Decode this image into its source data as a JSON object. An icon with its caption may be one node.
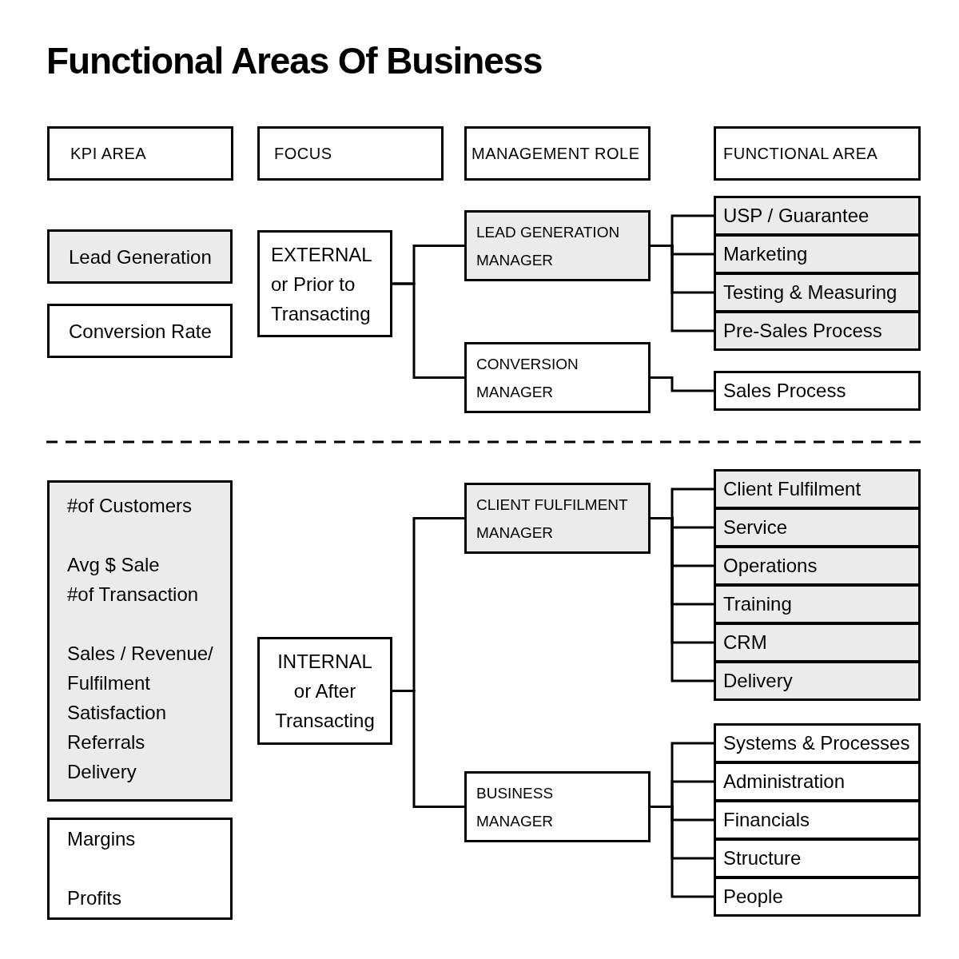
{
  "diagram": {
    "title": "Functional Areas Of Business",
    "nodes": [
      {
        "text": [
          "KPI AREA"
        ]
      },
      {
        "text": [
          "FOCUS"
        ]
      },
      {
        "text": [
          "MANAGEMENT ROLE"
        ]
      },
      {
        "text": [
          "FUNCTIONAL AREA"
        ]
      },
      {
        "text": [
          "Lead Generation"
        ]
      },
      {
        "text": [
          "Conversion Rate"
        ]
      },
      {
        "text": [
          "EXTERNAL or Prior to Transacting"
        ]
      },
      {
        "text": [
          "LEAD GENERATION MANAGER"
        ]
      },
      {
        "text": [
          "USP / Guarantee"
        ]
      },
      {
        "text": [
          "Marketing"
        ]
      },
      {
        "text": [
          "Testing & Measuring"
        ]
      },
      {
        "text": [
          "Pre-Sales Process"
        ]
      },
      {
        "text": [
          "CONVERSION MANAGER"
        ]
      },
      {
        "text": [
          "Sales Process"
        ]
      },
      {
        "text": [
          "#of Customers",
          "Avg $ Sale",
          "#of Transaction",
          "Sales / Revenue/ Fulfilment",
          "Satisfaction",
          "Referrals",
          "Delivery"
        ]
      },
      {
        "text": [
          "Margins",
          "Profits"
        ]
      },
      {
        "text": [
          "INTERNAL or After Transacting"
        ]
      },
      {
        "text": [
          "CLIENT FULFILMENT MANAGER"
        ]
      },
      {
        "text": [
          "Client Fulfilment"
        ]
      },
      {
        "text": [
          "Service"
        ]
      },
      {
        "text": [
          "Operations"
        ]
      },
      {
        "text": [
          "Training"
        ]
      },
      {
        "text": [
          "CRM"
        ]
      },
      {
        "text": [
          "Delivery"
        ]
      },
      {
        "text": [
          "BUSINESS MANAGER"
        ]
      },
      {
        "text": [
          "Systems & Processes"
        ]
      },
      {
        "text": [
          "Administration"
        ]
      },
      {
        "text": [
          "Financials"
        ]
      },
      {
        "text": [
          "Structure"
        ]
      },
      {
        "text": [
          "People"
        ]
      }
    ],
    "edges": [
      {
        "from": 6,
        "to": 7,
        "arrow": "none"
      },
      {
        "from": 6,
        "to": 12,
        "arrow": "none"
      },
      {
        "from": 7,
        "to": 8,
        "arrow": "none"
      },
      {
        "from": 7,
        "to": 9,
        "arrow": "none"
      },
      {
        "from": 7,
        "to": 10,
        "arrow": "none"
      },
      {
        "from": 7,
        "to": 11,
        "arrow": "none"
      },
      {
        "from": 12,
        "to": 13,
        "arrow": "none"
      },
      {
        "from": 16,
        "to": 17,
        "arrow": "none"
      },
      {
        "from": 16,
        "to": 24,
        "arrow": "none"
      },
      {
        "from": 17,
        "to": 18,
        "arrow": "none"
      },
      {
        "from": 17,
        "to": 19,
        "arrow": "none"
      },
      {
        "from": 17,
        "to": 20,
        "arrow": "none"
      },
      {
        "from": 17,
        "to": 21,
        "arrow": "none"
      },
      {
        "from": 17,
        "to": 22,
        "arrow": "none"
      },
      {
        "from": 17,
        "to": 23,
        "arrow": "none"
      },
      {
        "from": 24,
        "to": 25,
        "arrow": "none"
      },
      {
        "from": 24,
        "to": 26,
        "arrow": "none"
      },
      {
        "from": 24,
        "to": 27,
        "arrow": "none"
      },
      {
        "from": 24,
        "to": 28,
        "arrow": "none"
      },
      {
        "from": 24,
        "to": 29,
        "arrow": "none"
      }
    ]
  }
}
